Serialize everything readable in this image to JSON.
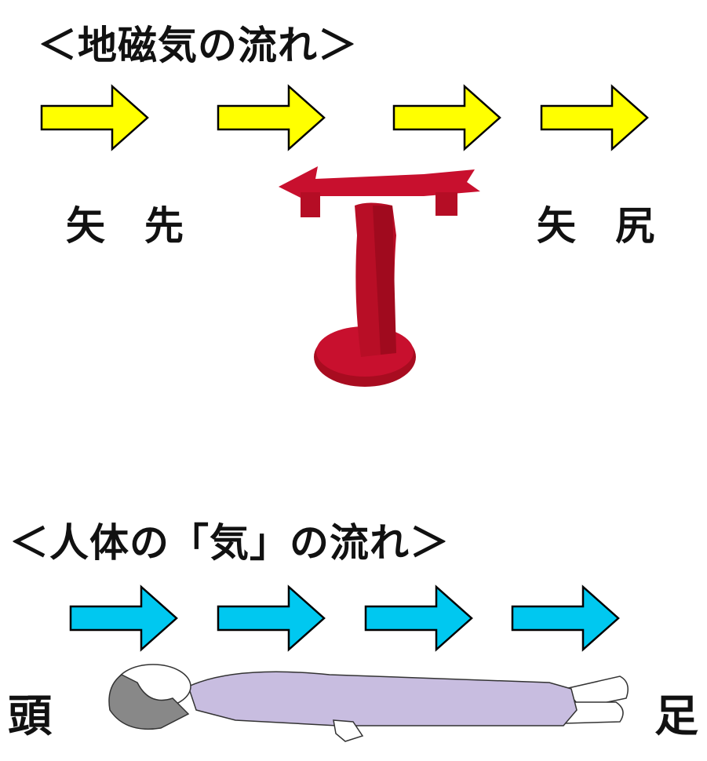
{
  "geomagnetic": {
    "title": "＜地磁気の流れ＞",
    "arrow_color": "#ffff00",
    "arrow_count": 4,
    "label_tip": "矢　先",
    "label_tail": "矢　尻",
    "object_color": "#c8102e"
  },
  "human": {
    "title": "＜人体の「気」の流れ＞",
    "arrow_color": "#00c8f0",
    "arrow_count": 4,
    "label_head": "頭",
    "label_feet": "足",
    "clothing_color": "#c8bde0"
  }
}
